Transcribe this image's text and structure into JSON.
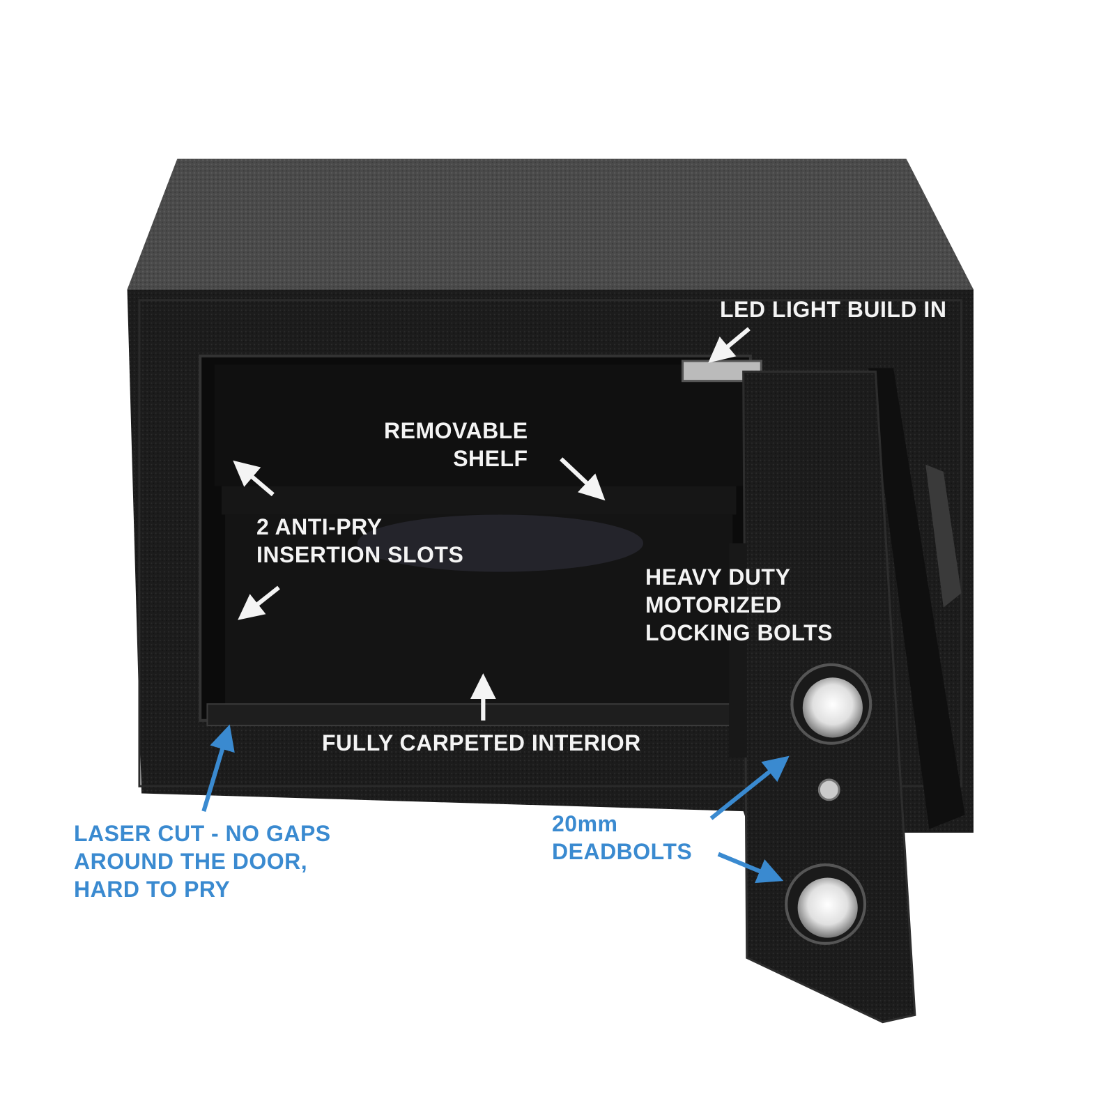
{
  "colors": {
    "callout_white": "#f4f4f4",
    "callout_blue": "#3a8ad0",
    "safe_body": "#1a1a1a"
  },
  "callouts": {
    "led": {
      "lines": [
        "LED LIGHT BUILD IN"
      ]
    },
    "shelf": {
      "lines": [
        "REMOVABLE",
        "SHELF"
      ]
    },
    "anti_pry": {
      "lines": [
        "2 ANTI-PRY",
        "INSERTION SLOTS"
      ]
    },
    "bolts": {
      "lines": [
        "HEAVY DUTY",
        "MOTORIZED",
        "LOCKING BOLTS"
      ]
    },
    "carpet": {
      "lines": [
        "FULLY CARPETED INTERIOR"
      ]
    },
    "laser": {
      "lines": [
        "LASER CUT - NO GAPS",
        "AROUND THE DOOR,",
        "HARD TO PRY"
      ]
    },
    "deadbolts": {
      "lines": [
        "20mm",
        "DEADBOLTS"
      ]
    }
  }
}
